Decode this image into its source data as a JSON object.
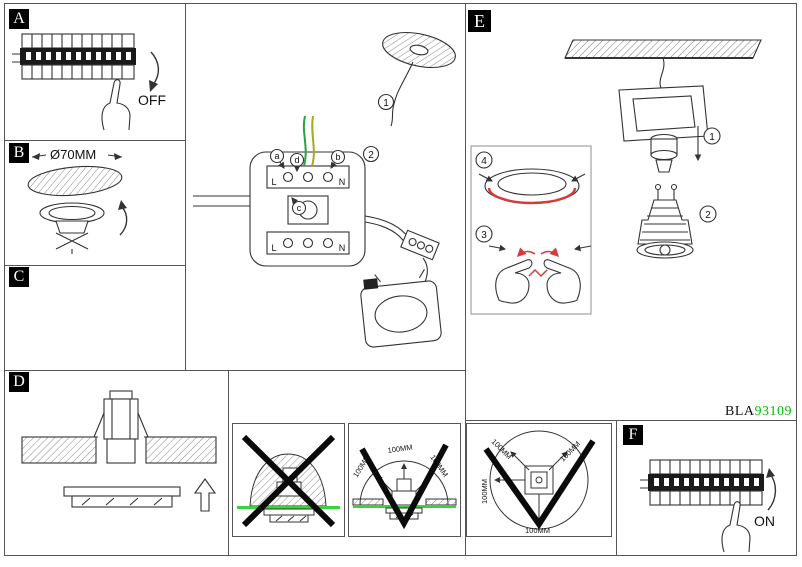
{
  "product_code": {
    "prefix": "BLA",
    "number": "93109"
  },
  "colors": {
    "product_number_green": "#00c000",
    "surface_green": "#3ed13e",
    "accent_red": "#d63b3b",
    "line_black": "#333333"
  },
  "panel_a": {
    "label": "A",
    "state_label": "OFF"
  },
  "panel_b": {
    "label": "B",
    "cutout_diameter": "Ø70MM"
  },
  "panel_c": {
    "label": "C",
    "step_1": "1",
    "step_2": "2",
    "wire_a": "a",
    "wire_b": "b",
    "wire_c": "c",
    "wire_d": "d",
    "terminal_live": "L",
    "terminal_neutral": "N"
  },
  "panel_d": {
    "label": "D"
  },
  "panel_e": {
    "label": "E",
    "step_1": "1",
    "step_2": "2",
    "step_3": "3",
    "step_4": "4"
  },
  "panel_f": {
    "label": "F",
    "state_label": "ON"
  },
  "clearance": {
    "distance_label": "100MM"
  }
}
